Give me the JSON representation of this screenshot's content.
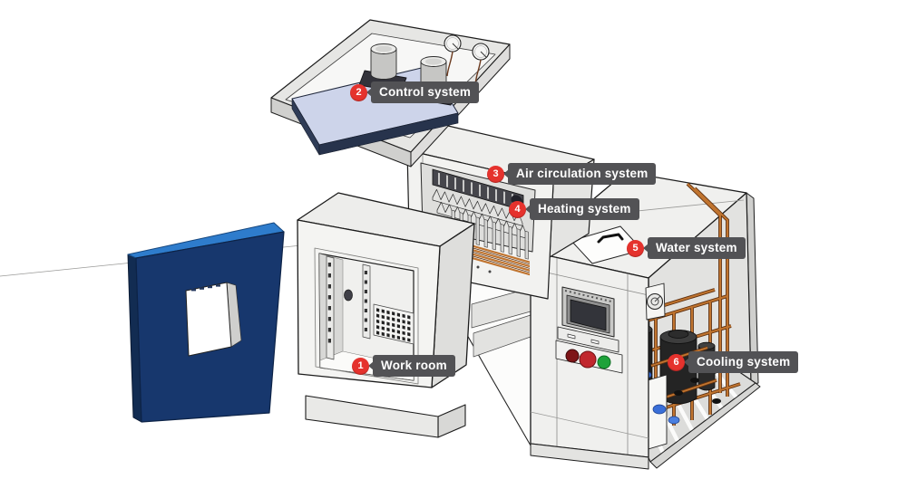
{
  "figure": {
    "callouts": [
      {
        "num": "1",
        "text": "Work room"
      },
      {
        "num": "2",
        "text": "Control system"
      },
      {
        "num": "3",
        "text": "Air circulation system"
      },
      {
        "num": "4",
        "text": "Heating system"
      },
      {
        "num": "5",
        "text": "Water system"
      },
      {
        "num": "6",
        "text": "Cooling system"
      }
    ],
    "colors": {
      "badge_red": "#e5322d",
      "label_bg": "#525255",
      "label_text": "#ffffff",
      "door_blue_front": "#17376d",
      "door_blue_top": "#2e7ccc",
      "door_blue_side": "#122c52",
      "panel_blue": "#cdd4ea",
      "panel_blue_edge": "#2f3c57",
      "copper": "#c0742f",
      "compressor_black": "#242424",
      "button_dark_red": "#7e1517",
      "button_red": "#c1272d",
      "button_green": "#1ea23a",
      "fitting_blue": "#3a6fd8",
      "cabinet_gray": "#f0f0ee"
    }
  }
}
